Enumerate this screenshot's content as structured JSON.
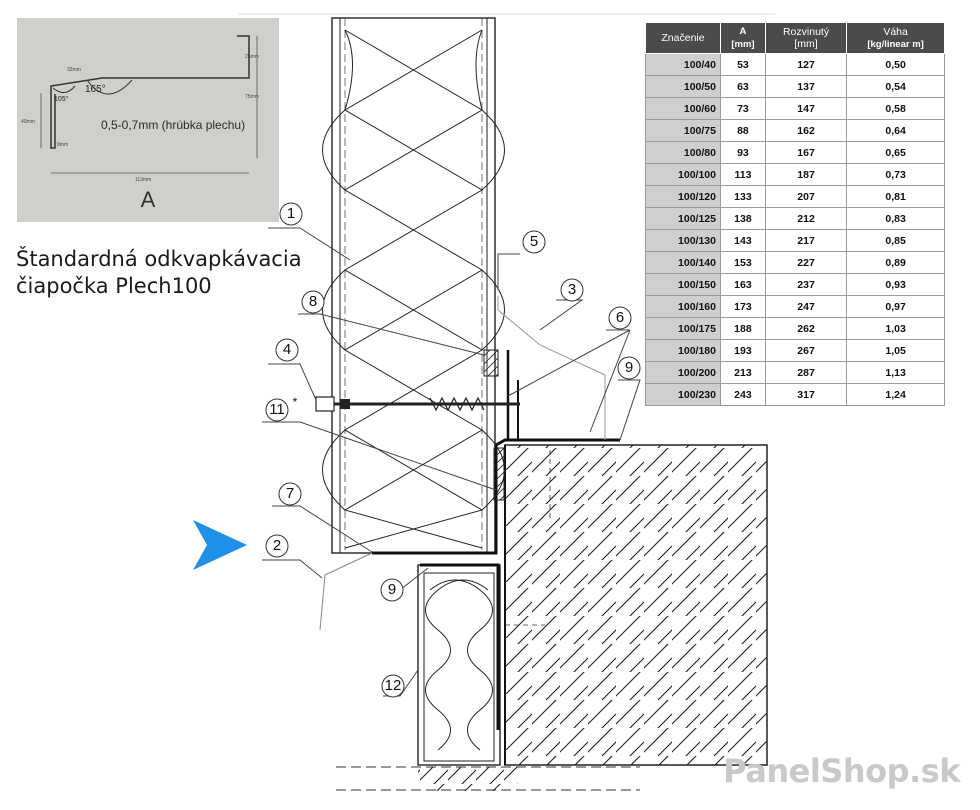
{
  "inset": {
    "angle_main": "165°",
    "angle_small": "105°",
    "thickness_note": "0,5-0,7mm (hrúbka plechu)",
    "section_label": "A",
    "dim_top": "32mm",
    "dim_right_top": "25mm",
    "dim_right": "75mm",
    "dim_left": "40mm",
    "dim_hem": "9mm",
    "dim_bottom": "113mm"
  },
  "product_title_lines": [
    "Štandardná odkvapkávacia",
    "čiapočka Plech100"
  ],
  "table": {
    "headers": [
      {
        "line1": "Značenie",
        "line2": ""
      },
      {
        "line1": "A",
        "line2": "[mm]"
      },
      {
        "line1": "Rozvinutý",
        "line2": "[mm]"
      },
      {
        "line1": "Váha",
        "line2": "[kg/linear m]"
      }
    ],
    "rows": [
      [
        "100/40",
        "53",
        "127",
        "0,50"
      ],
      [
        "100/50",
        "63",
        "137",
        "0,54"
      ],
      [
        "100/60",
        "73",
        "147",
        "0,58"
      ],
      [
        "100/75",
        "88",
        "162",
        "0,64"
      ],
      [
        "100/80",
        "93",
        "167",
        "0,65"
      ],
      [
        "100/100",
        "113",
        "187",
        "0,73"
      ],
      [
        "100/120",
        "133",
        "207",
        "0,81"
      ],
      [
        "100/125",
        "138",
        "212",
        "0,83"
      ],
      [
        "100/130",
        "143",
        "217",
        "0,85"
      ],
      [
        "100/140",
        "153",
        "227",
        "0,89"
      ],
      [
        "100/150",
        "163",
        "237",
        "0,93"
      ],
      [
        "100/160",
        "173",
        "247",
        "0,97"
      ],
      [
        "100/175",
        "188",
        "262",
        "1,03"
      ],
      [
        "100/180",
        "193",
        "267",
        "1,05"
      ],
      [
        "100/200",
        "213",
        "287",
        "1,13"
      ],
      [
        "100/230",
        "243",
        "317",
        "1,24"
      ]
    ]
  },
  "callouts": {
    "c1": "1",
    "c2": "2",
    "c3": "3",
    "c4": "4",
    "c5": "5",
    "c6": "6",
    "c7": "7",
    "c8": "8",
    "c9a": "9",
    "c9b": "9",
    "c11": "11",
    "c11_mark": "*",
    "c12": "12"
  },
  "marker_color": "#1e90e8",
  "watermark": "PanelShop.sk"
}
